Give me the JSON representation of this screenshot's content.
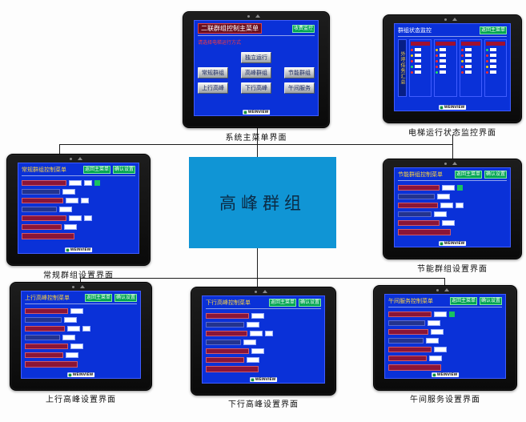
{
  "colors": {
    "screen_bg": "#0a31d8",
    "bezel": "#101010",
    "center_box_bg": "#1095d5",
    "button_green": "#00a551",
    "label_maroon": "#8a1538",
    "title_yellow": "#ffd53e",
    "indicator_red": "#ff2b2b",
    "indicator_yellow": "#ffd400",
    "indicator_green": "#21e060"
  },
  "common": {
    "brand": "WEINVIEW",
    "return_button": "返回主菜单",
    "confirm_button": "确认设置"
  },
  "center_box": {
    "label": "高峰群组"
  },
  "main_menu": {
    "caption": "系统主菜单界面",
    "title": "二联群组控制主菜单",
    "fee_button": "收费监控",
    "notice": "请选择电梯运行方式",
    "independent_button": "独立运行",
    "buttons_row1": [
      "常规群组",
      "高峰群组",
      "节能群组"
    ],
    "buttons_row2": [
      "上行高峰",
      "下行高峰",
      "午间服务"
    ]
  },
  "status_monitor": {
    "caption": "电梯运行状态监控界面",
    "title": "群组状态监控",
    "side_label": "外呼任务汇总",
    "return_button": "返回主菜单"
  },
  "regular_group": {
    "caption": "常规群组设置界面",
    "title": "常规群组控制菜单"
  },
  "energy_group": {
    "caption": "节能群组设置界面",
    "title": "节能群组控制菜单"
  },
  "up_peak": {
    "caption": "上行高峰设置界面",
    "title": "上行高峰控制菜单"
  },
  "down_peak": {
    "caption": "下行高峰设置界面",
    "title": "下行高峰控制菜单"
  },
  "midday_service": {
    "caption": "午间服务设置界面",
    "title": "午间服务控制菜单"
  }
}
